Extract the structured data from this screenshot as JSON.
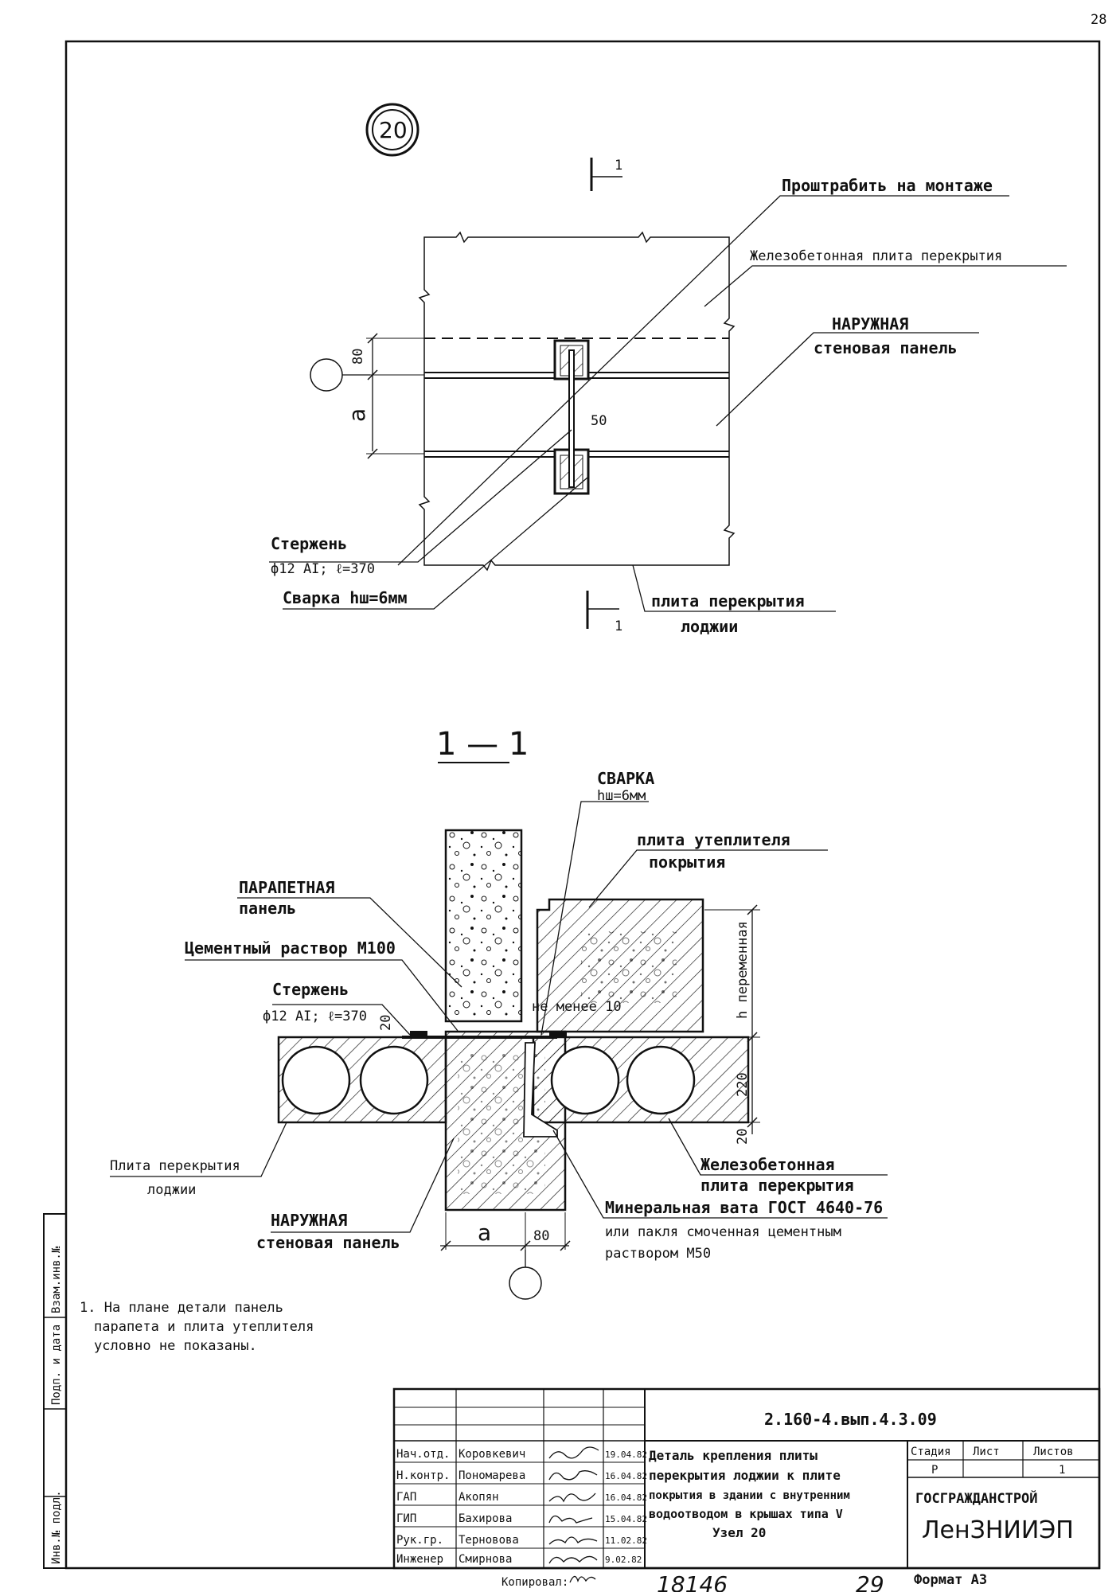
{
  "page_number": "28",
  "detail_number": "20",
  "plan": {
    "section_mark": "1",
    "labels": {
      "chase": "Проштрабить на монтаже",
      "slab": "Железобетонная плита перекрытия",
      "outer_panel_1": "НАРУЖНАЯ",
      "outer_panel_2": "стеновая панель",
      "rod_1": "Стержень",
      "rod_2": "ф12 АI; ℓ=370",
      "weld": "Сварка hш=6мм",
      "loggia_slab_1": "плита перекрытия",
      "loggia_slab_2": "лоджии"
    },
    "dims": {
      "d80": "80",
      "da": "a",
      "d50": "50"
    }
  },
  "section": {
    "title": "1 — 1",
    "labels": {
      "weld_1": "СВАРКА",
      "weld_2": "hш=6мм",
      "insul_1": "плита утеплителя",
      "insul_2": "покрытия",
      "parapet_1": "ПАРАПЕТНАЯ",
      "parapet_2": "панель",
      "mortar": "Цементный раствор М100",
      "rod_1": "Стержень",
      "rod_2": "ф12 АI; ℓ=370",
      "min10": "не менее 10",
      "loggia_1": "Плита перекрытия",
      "loggia_2": "лоджии",
      "rc_1": "Железобетонная",
      "rc_2": "плита перекрытия",
      "wall_1": "НАРУЖНАЯ",
      "wall_2": "стеновая панель",
      "wool_1": "Минеральная вата ГОСТ 4640-76",
      "wool_2": "или пакля смоченная цементным",
      "wool_3": "раствором М50"
    },
    "dims": {
      "h": "h переменная",
      "d220": "220",
      "d20a": "20",
      "d20b": "20",
      "da": "a",
      "d80": "80"
    }
  },
  "notes": [
    "1. На плане детали панель",
    "парапета и плита утеплителя",
    "условно не показаны."
  ],
  "side_stamp": [
    "Инв.№ подл.",
    "Подп. и дата",
    "Взам.инв.№"
  ],
  "title_block": {
    "code": "2.160-4.вып.4.3.09",
    "rows": [
      {
        "role": "Нач.отд.",
        "name": "Коровкевич",
        "date": "19.04.82"
      },
      {
        "role": "Н.контр.",
        "name": "Пономарева",
        "date": "16.04.82"
      },
      {
        "role": "ГАП",
        "name": "Акопян",
        "date": "16.04.82"
      },
      {
        "role": "ГИП",
        "name": "Бахирова",
        "date": "15.04.82"
      },
      {
        "role": "Рук.гр.",
        "name": "Терновова",
        "date": "11.02.82"
      },
      {
        "role": "Инженер",
        "name": "Смирнова",
        "date": "9.02.82"
      }
    ],
    "description": [
      "Деталь крепления плиты",
      "перекрытия лоджии к плите",
      "покрытия в здании с внутренним",
      "водоотводом в крышах типа V",
      "Узел 20"
    ],
    "stage_h": "Стадия",
    "sheet_h": "Лист",
    "sheets_h": "Листов",
    "stage": "Р",
    "sheet": "",
    "sheets": "1",
    "org1": "ГОСГРАЖДАНСТРОЙ",
    "org2": "ЛенЗНИИЭП"
  },
  "footer": {
    "copied": "Копировал:",
    "inv": "18146",
    "sheet": "29",
    "format": "Формат А3"
  }
}
